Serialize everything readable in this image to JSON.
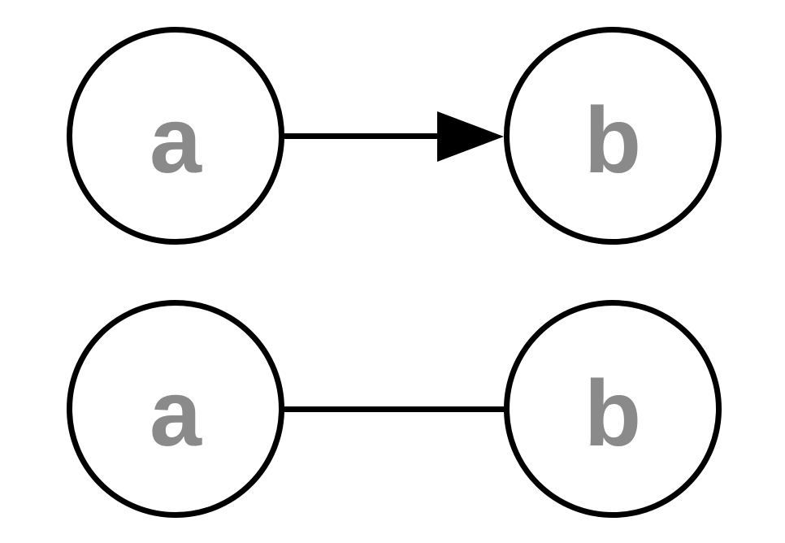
{
  "diagram": {
    "type": "graph-edge-comparison",
    "background_color": "#ffffff",
    "node_stroke_color": "#000000",
    "node_fill_color": "#ffffff",
    "node_label_color": "#8a8a8a",
    "edge_color": "#000000",
    "rows": [
      {
        "from_label": "a",
        "to_label": "b",
        "edge_type": "directed",
        "arrow_direction": "right"
      },
      {
        "from_label": "a",
        "to_label": "b",
        "edge_type": "undirected",
        "arrow_direction": "none"
      }
    ]
  }
}
